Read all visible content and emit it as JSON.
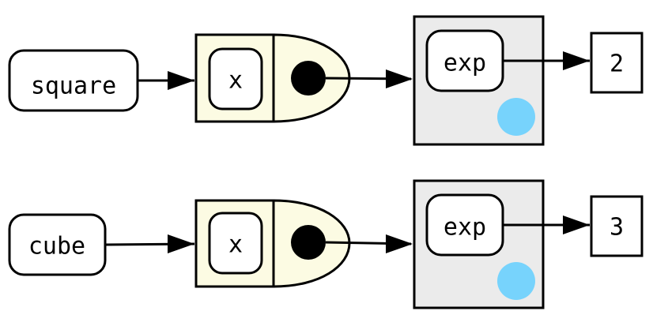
{
  "rows": [
    {
      "name": "square",
      "arg": "x",
      "env_binding": "exp",
      "value": "2"
    },
    {
      "name": "cube",
      "arg": "x",
      "env_binding": "exp",
      "value": "3"
    }
  ],
  "colors": {
    "function_fill": "#fcfbe3",
    "environment_fill": "#ebebeb",
    "environment_dot": "#77d3fc",
    "stroke": "#000000"
  }
}
